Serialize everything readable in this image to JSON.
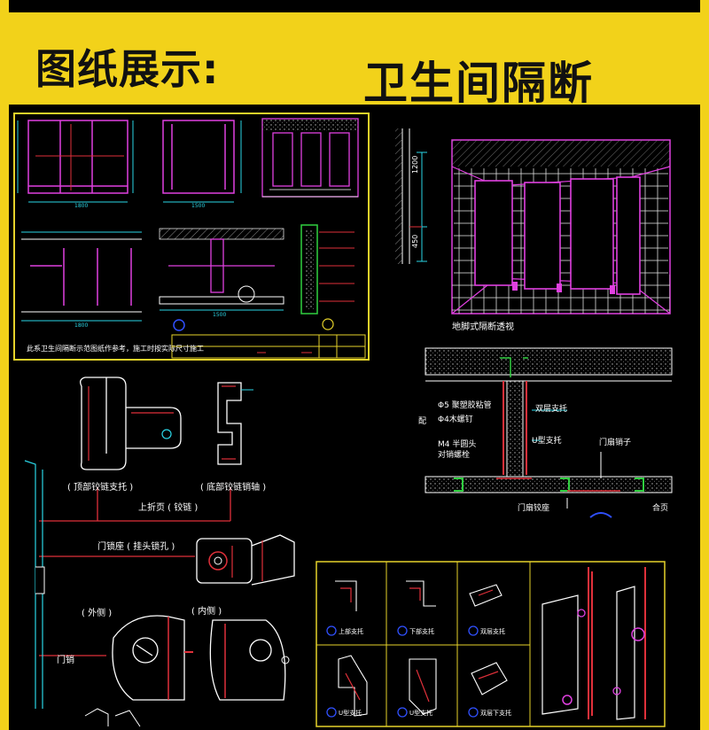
{
  "banner": {
    "title": "图纸展示:",
    "subtitle": "卫生间隔断"
  },
  "sheet_top_left": {
    "dims": [
      "1800",
      "1500",
      "1800",
      "1500"
    ],
    "note": "此系卫生间隔断示范图纸作参考，施工时按实际尺寸施工"
  },
  "perspective": {
    "dim_upper": "1200",
    "dim_lower": "450",
    "caption": "地脚式隔断透视"
  },
  "section": {
    "label_pvc": "Φ5 聚塑胶粘管",
    "label_screw": "Φ4木螺钉",
    "label_bolt": "M4 半圆头\n对销螺栓",
    "label_double": "双层支托",
    "label_u": "U型支托",
    "label_latch": "门扇销子",
    "label_base": "门扇铰座",
    "label_hinge": "合页"
  },
  "hardware": {
    "label_top_hinge": "( 顶部铰链支托 )",
    "label_bottom_hinge": "( 底部铰链销轴 )",
    "label_fold": "上折页 ( 铰链 )",
    "label_lock_base": "门锁座 ( 挂头锁孔 )",
    "label_outer": "( 外侧 )",
    "label_inner": "( 内侧 )",
    "label_door_pin": "门销"
  },
  "detail_sheet": {
    "captions": [
      "上部支托",
      "下部支托",
      "双层支托",
      "U型支托",
      "U型支托",
      "双层下支托"
    ]
  },
  "colors": {
    "frame": "#f2d21a",
    "cad_yellow": "#e6d22a",
    "cad_magenta": "#e040e0",
    "cad_cyan": "#2ad6e6",
    "cad_red": "#e0303a",
    "cad_white": "#ffffff",
    "cad_blue": "#3050ff",
    "cad_green": "#30d040"
  }
}
